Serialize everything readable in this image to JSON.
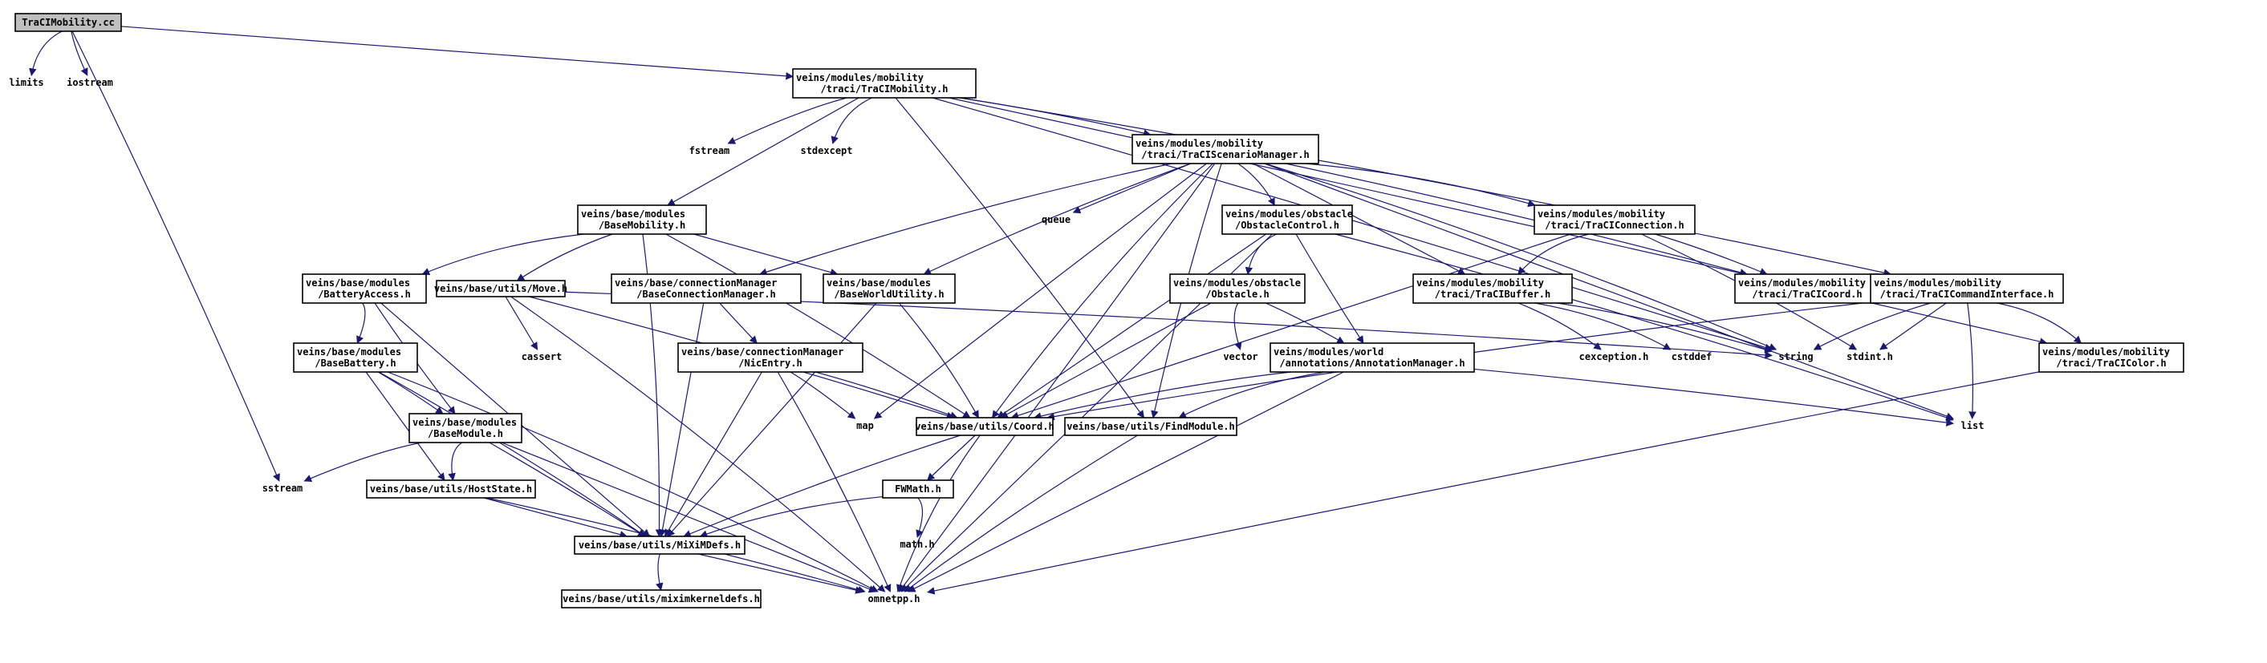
{
  "nodes": [
    {
      "id": "root",
      "lines": [
        "TraCIMobility.cc"
      ],
      "root": true
    },
    {
      "id": "limits",
      "lines": [
        "limits"
      ],
      "plain": true
    },
    {
      "id": "iostream",
      "lines": [
        "iostream"
      ],
      "plain": true
    },
    {
      "id": "tracimob_h",
      "lines": [
        "veins/modules/mobility",
        "/traci/TraCIMobility.h"
      ]
    },
    {
      "id": "fstream",
      "lines": [
        "fstream"
      ],
      "plain": true
    },
    {
      "id": "stdexcept",
      "lines": [
        "stdexcept"
      ],
      "plain": true
    },
    {
      "id": "scenario",
      "lines": [
        "veins/modules/mobility",
        "/traci/TraCIScenarioManager.h"
      ]
    },
    {
      "id": "basemob",
      "lines": [
        "veins/base/modules",
        "/BaseMobility.h"
      ]
    },
    {
      "id": "queue",
      "lines": [
        "queue"
      ],
      "plain": true
    },
    {
      "id": "obstaclecontrol",
      "lines": [
        "veins/modules/obstacle",
        "/ObstacleControl.h"
      ]
    },
    {
      "id": "traciconn",
      "lines": [
        "veins/modules/mobility",
        "/traci/TraCIConnection.h"
      ]
    },
    {
      "id": "battaccess",
      "lines": [
        "veins/base/modules",
        "/BatteryAccess.h"
      ]
    },
    {
      "id": "move",
      "lines": [
        "veins/base/utils/Move.h"
      ]
    },
    {
      "id": "baseconnmgr",
      "lines": [
        "veins/base/connectionManager",
        "/BaseConnectionManager.h"
      ]
    },
    {
      "id": "baseworld",
      "lines": [
        "veins/base/modules",
        "/BaseWorldUtility.h"
      ]
    },
    {
      "id": "obstacle",
      "lines": [
        "veins/modules/obstacle",
        "/Obstacle.h"
      ]
    },
    {
      "id": "tracibuffer",
      "lines": [
        "veins/modules/mobility",
        "/traci/TraCIBuffer.h"
      ]
    },
    {
      "id": "tracicoord",
      "lines": [
        "veins/modules/mobility",
        "/traci/TraCICoord.h"
      ]
    },
    {
      "id": "tracicmd",
      "lines": [
        "veins/modules/mobility",
        "/traci/TraCICommandInterface.h"
      ]
    },
    {
      "id": "cassert",
      "lines": [
        "cassert"
      ],
      "plain": true
    },
    {
      "id": "basebattery",
      "lines": [
        "veins/base/modules",
        "/BaseBattery.h"
      ]
    },
    {
      "id": "nicentry",
      "lines": [
        "veins/base/connectionManager",
        "/NicEntry.h"
      ]
    },
    {
      "id": "vector",
      "lines": [
        "vector"
      ],
      "plain": true
    },
    {
      "id": "annotation",
      "lines": [
        "veins/modules/world",
        "/annotations/AnnotationManager.h"
      ]
    },
    {
      "id": "cexception",
      "lines": [
        "cexception.h"
      ],
      "plain": true
    },
    {
      "id": "cstddef",
      "lines": [
        "cstddef"
      ],
      "plain": true
    },
    {
      "id": "string",
      "lines": [
        "string"
      ],
      "plain": true
    },
    {
      "id": "stdint",
      "lines": [
        "stdint.h"
      ],
      "plain": true
    },
    {
      "id": "tracicolor",
      "lines": [
        "veins/modules/mobility",
        "/traci/TraCIColor.h"
      ]
    },
    {
      "id": "basemodule",
      "lines": [
        "veins/base/modules",
        "/BaseModule.h"
      ]
    },
    {
      "id": "map",
      "lines": [
        "map"
      ],
      "plain": true
    },
    {
      "id": "coord",
      "lines": [
        "veins/base/utils/Coord.h"
      ]
    },
    {
      "id": "findmodule",
      "lines": [
        "veins/base/utils/FindModule.h"
      ]
    },
    {
      "id": "list",
      "lines": [
        "list"
      ],
      "plain": true
    },
    {
      "id": "sstream",
      "lines": [
        "sstream"
      ],
      "plain": true
    },
    {
      "id": "hoststate",
      "lines": [
        "veins/base/utils/HostState.h"
      ]
    },
    {
      "id": "fwmath",
      "lines": [
        "FWMath.h"
      ]
    },
    {
      "id": "mathh",
      "lines": [
        "math.h"
      ],
      "plain": true
    },
    {
      "id": "miximdefs",
      "lines": [
        "veins/base/utils/MiXiMDefs.h"
      ]
    },
    {
      "id": "kerneldefs",
      "lines": [
        "veins/base/utils/miximkerneldefs.h"
      ]
    },
    {
      "id": "omnetpp",
      "lines": [
        "omnetpp.h"
      ],
      "plain": true
    }
  ],
  "edges": [
    [
      "root",
      "limits"
    ],
    [
      "root",
      "iostream"
    ],
    [
      "root",
      "tracimob_h"
    ],
    [
      "root",
      "sstream"
    ],
    [
      "tracimob_h",
      "fstream"
    ],
    [
      "tracimob_h",
      "stdexcept"
    ],
    [
      "tracimob_h",
      "scenario"
    ],
    [
      "tracimob_h",
      "basemob"
    ],
    [
      "tracimob_h",
      "findmodule"
    ],
    [
      "tracimob_h",
      "tracicmd"
    ],
    [
      "tracimob_h",
      "string"
    ],
    [
      "tracimob_h",
      "tracicolor"
    ],
    [
      "scenario",
      "queue"
    ],
    [
      "scenario",
      "obstaclecontrol"
    ],
    [
      "scenario",
      "traciconn"
    ],
    [
      "scenario",
      "baseconnmgr"
    ],
    [
      "scenario",
      "baseworld"
    ],
    [
      "scenario",
      "tracibuffer"
    ],
    [
      "scenario",
      "tracicoord"
    ],
    [
      "scenario",
      "map"
    ],
    [
      "scenario",
      "coord"
    ],
    [
      "scenario",
      "findmodule"
    ],
    [
      "scenario",
      "list"
    ],
    [
      "scenario",
      "omnetpp"
    ],
    [
      "scenario",
      "string"
    ],
    [
      "basemob",
      "battaccess"
    ],
    [
      "basemob",
      "move"
    ],
    [
      "basemob",
      "baseworld"
    ],
    [
      "basemob",
      "coord"
    ],
    [
      "basemob",
      "miximdefs"
    ],
    [
      "obstaclecontrol",
      "obstacle"
    ],
    [
      "obstaclecontrol",
      "annotation"
    ],
    [
      "obstaclecontrol",
      "coord"
    ],
    [
      "obstaclecontrol",
      "omnetpp"
    ],
    [
      "obstaclecontrol",
      "list"
    ],
    [
      "traciconn",
      "tracibuffer"
    ],
    [
      "traciconn",
      "tracicoord"
    ],
    [
      "traciconn",
      "coord"
    ],
    [
      "traciconn",
      "stdint"
    ],
    [
      "battaccess",
      "basebattery"
    ],
    [
      "battaccess",
      "basemodule"
    ],
    [
      "battaccess",
      "miximdefs"
    ],
    [
      "move",
      "cassert"
    ],
    [
      "move",
      "coord"
    ],
    [
      "move",
      "omnetpp"
    ],
    [
      "move",
      "string"
    ],
    [
      "baseconnmgr",
      "nicentry"
    ],
    [
      "baseconnmgr",
      "miximdefs"
    ],
    [
      "baseworld",
      "coord"
    ],
    [
      "baseworld",
      "miximdefs"
    ],
    [
      "obstacle",
      "vector"
    ],
    [
      "obstacle",
      "annotation"
    ],
    [
      "obstacle",
      "coord"
    ],
    [
      "tracibuffer",
      "cexception"
    ],
    [
      "tracibuffer",
      "cstddef"
    ],
    [
      "tracibuffer",
      "string"
    ],
    [
      "tracicmd",
      "string"
    ],
    [
      "tracicmd",
      "stdint"
    ],
    [
      "tracicmd",
      "list"
    ],
    [
      "tracicmd",
      "tracicolor"
    ],
    [
      "tracicmd",
      "coord"
    ],
    [
      "basebattery",
      "basemodule"
    ],
    [
      "basebattery",
      "hoststate"
    ],
    [
      "basebattery",
      "miximdefs"
    ],
    [
      "basebattery",
      "omnetpp"
    ],
    [
      "nicentry",
      "map"
    ],
    [
      "nicentry",
      "coord"
    ],
    [
      "nicentry",
      "miximdefs"
    ],
    [
      "nicentry",
      "omnetpp"
    ],
    [
      "annotation",
      "coord"
    ],
    [
      "annotation",
      "findmodule"
    ],
    [
      "annotation",
      "list"
    ],
    [
      "annotation",
      "omnetpp"
    ],
    [
      "tracicolor",
      "omnetpp"
    ],
    [
      "basemodule",
      "sstream"
    ],
    [
      "basemodule",
      "hoststate"
    ],
    [
      "basemodule",
      "miximdefs"
    ],
    [
      "basemodule",
      "omnetpp"
    ],
    [
      "coord",
      "fwmath"
    ],
    [
      "coord",
      "miximdefs"
    ],
    [
      "coord",
      "omnetpp"
    ],
    [
      "findmodule",
      "omnetpp"
    ],
    [
      "hoststate",
      "miximdefs"
    ],
    [
      "hoststate",
      "omnetpp"
    ],
    [
      "fwmath",
      "mathh"
    ],
    [
      "fwmath",
      "miximdefs"
    ],
    [
      "miximdefs",
      "kerneldefs"
    ],
    [
      "miximdefs",
      "omnetpp"
    ]
  ],
  "colors": {
    "edge": "#191970",
    "root_fill": "#bfbfbf",
    "box_stroke": "#000000"
  }
}
